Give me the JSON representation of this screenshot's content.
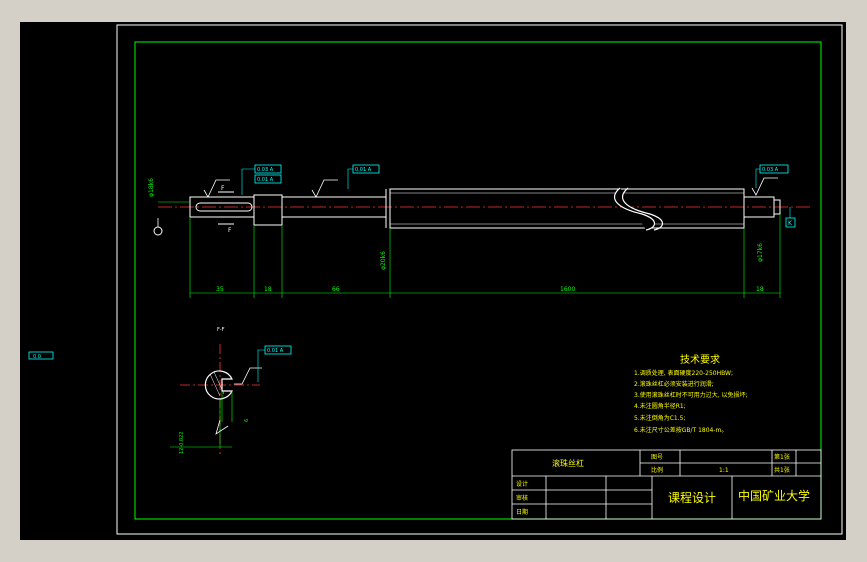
{
  "colors": {
    "frame": "#ffffff",
    "border": "#00ff00",
    "dim": "#00ff00",
    "cyan": "#00ffff",
    "center": "#ff3333",
    "text_yellow": "#ffff00",
    "text_green": "#00ff00"
  },
  "left_tag": "0.0",
  "dims": {
    "d1": "35",
    "d2": "18",
    "d3": "66",
    "d4": "1600",
    "d5": "18"
  },
  "diameters": {
    "left": "φ18k6",
    "mid": "φ20k6",
    "right": "φ17k6"
  },
  "tolerance_boxes": {
    "t1": "0.03 A",
    "t2": "0.01 A",
    "t3": "0.01 A",
    "t4": "0.03 A"
  },
  "datum_right": "K",
  "section_label": "F-F",
  "section_marks": {
    "top": "F",
    "bottom": "F"
  },
  "section_dims": {
    "width": "6",
    "depth": "12-0.022"
  },
  "tech": {
    "title": "技术要求",
    "items": [
      "1.调质处理, 表面硬度220-250HBW;",
      "2.滚珠丝杠必须安装进行润滑;",
      "3.使用滚珠丝杠时不可用力过大, 以免损坏;",
      "4.未注圆角半径R1;",
      "5.未注倒角为C1.5;",
      "6.未注尺寸公差按GB/T 1804-m。"
    ]
  },
  "title_block": {
    "part_name": "滚珠丝杠",
    "label_drawing": "图号",
    "label_scale": "比例",
    "scale": "1:1",
    "label_sheet": "第1张",
    "label_total": "共1张",
    "label_design": "设计",
    "label_check": "审核",
    "label_date": "日期",
    "course": "课程设计",
    "school": "中国矿业大学"
  }
}
